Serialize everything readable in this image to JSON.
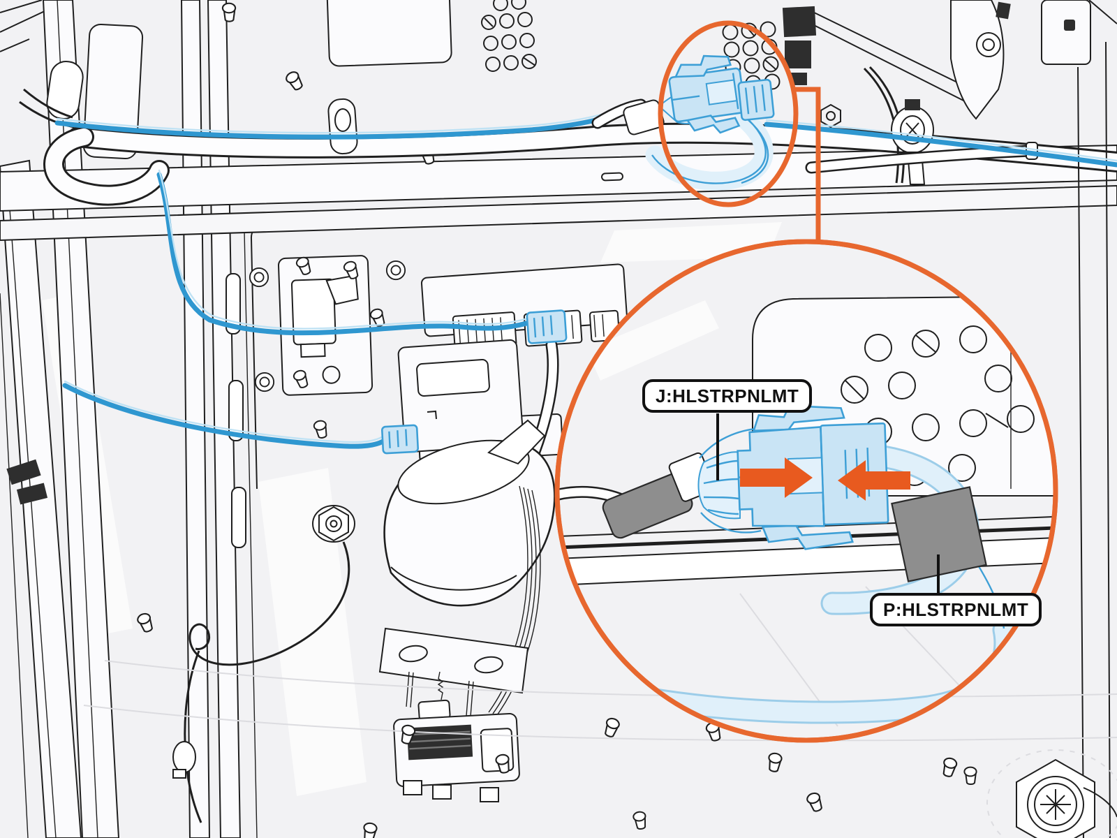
{
  "illustration": {
    "kind": "service-manual wiring callout",
    "labels": {
      "jack": "J:HLSTRPNLMT",
      "plug": "P:HLSTRPNLMT"
    },
    "callout": {
      "source": "connector location on machine back panel",
      "magnifier": "zoomed view of connector pair being mated",
      "arrows_meaning": "push connector halves together"
    },
    "colors": {
      "page_bg": "#F2F2F4",
      "line": "#1F1F1F",
      "accent": "#E85A1F",
      "accent_soft": "#E7672E",
      "cable_blue": "#2F97D0",
      "connector_fill": "#C9E4F5",
      "connector_stroke": "#3D9FD6",
      "translucent_cable": "#E0F0FA",
      "gray_part": "#8E8E8E",
      "label_border": "#111111",
      "label_bg": "#FFFFFF"
    }
  }
}
